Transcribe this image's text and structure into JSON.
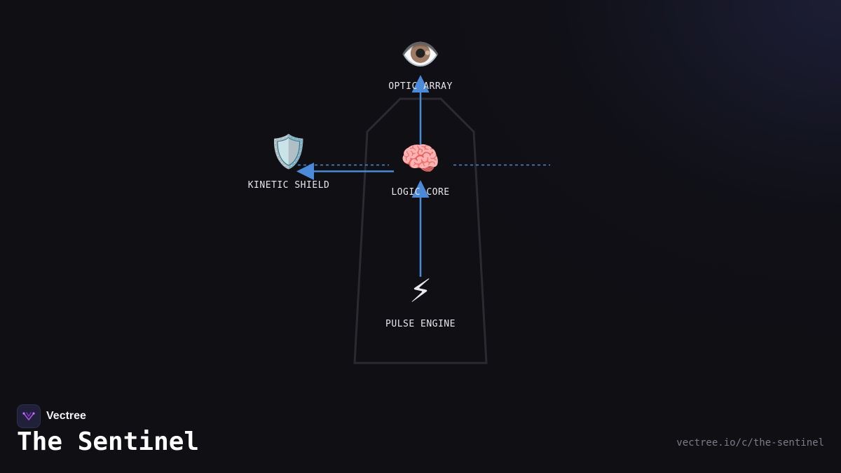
{
  "diagram": {
    "nodes": [
      {
        "id": "optic",
        "label": "OPTIC ARRAY",
        "icon": "eye-icon",
        "glyph": "👁️"
      },
      {
        "id": "logic",
        "label": "LOGIC CORE",
        "icon": "brain-icon",
        "glyph": "🧠"
      },
      {
        "id": "shield",
        "label": "KINETIC SHIELD",
        "icon": "shield-icon",
        "glyph": "🛡️"
      },
      {
        "id": "pulse",
        "label": "PULSE ENGINE",
        "icon": "lightning-icon",
        "glyph": "⚡"
      }
    ],
    "edges": [
      {
        "from": "pulse",
        "to": "logic",
        "style": "solid"
      },
      {
        "from": "logic",
        "to": "optic",
        "style": "solid"
      },
      {
        "from": "logic",
        "to": "shield",
        "style": "solid"
      }
    ],
    "colors": {
      "arrow": "#4a8ad8",
      "dashed": "#4a8ad8",
      "outline": "#2a2a30"
    }
  },
  "footer": {
    "brand_name": "Vectree",
    "brand_logo_icon": "vectree-logo-icon",
    "title": "The Sentinel",
    "url": "vectree.io/c/the-sentinel"
  }
}
